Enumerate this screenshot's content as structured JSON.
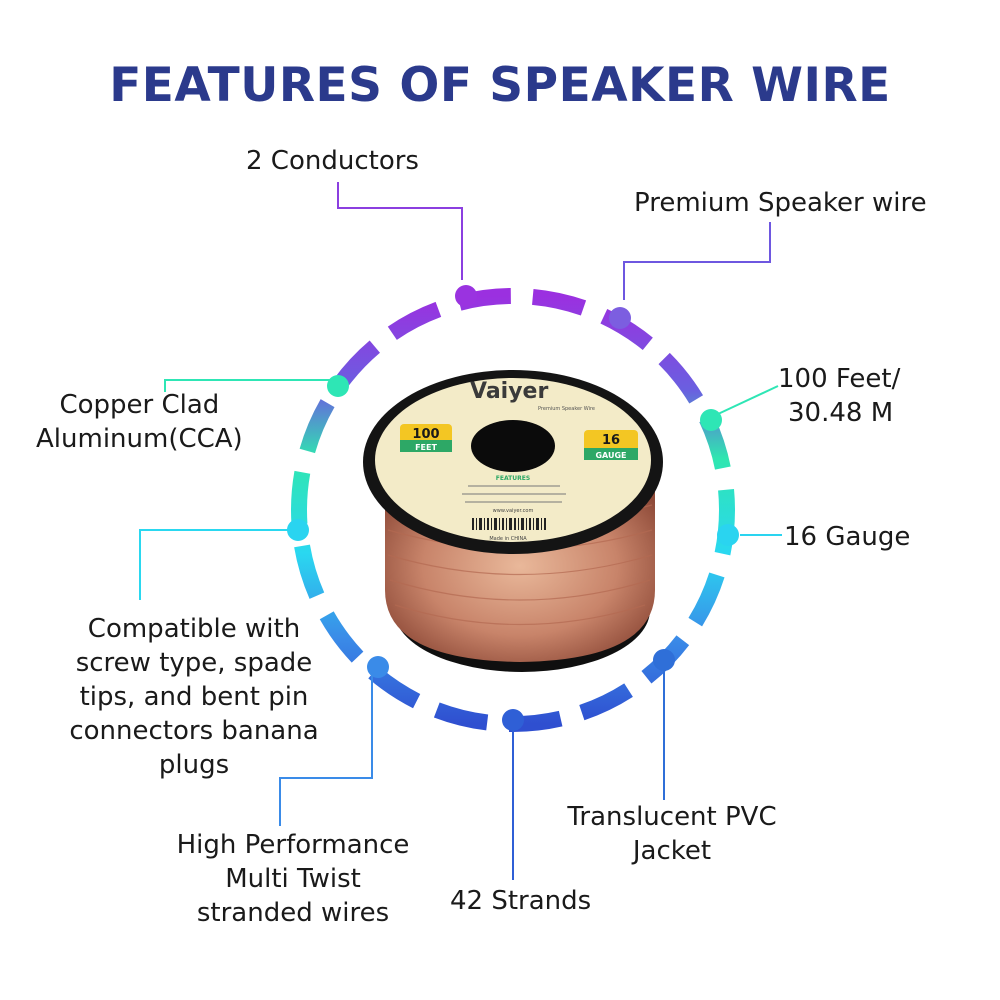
{
  "title": "FEATURES OF SPEAKER WIRE",
  "features": {
    "conductors": "2 Conductors",
    "premium": "Premium Speaker wire",
    "length_line1": "100 Feet/",
    "length_line2": "30.48 M",
    "cca_line1": "Copper Clad",
    "cca_line2": "Aluminum(CCA)",
    "gauge": "16 Gauge",
    "compatible_line1": "Compatible with",
    "compatible_line2": "screw type, spade",
    "compatible_line3": "tips, and bent pin",
    "compatible_line4": "connectors banana",
    "compatible_line5": "plugs",
    "jacket_line1": "Translucent PVC",
    "jacket_line2": "Jacket",
    "strands": "42 Strands",
    "performance_line1": "High Performance",
    "performance_line2": "Multi Twist",
    "performance_line3": "stranded wires"
  },
  "spool": {
    "brand": "Vaiyer",
    "tagline": "Premium Speaker Wire",
    "feet_value": "100",
    "feet_unit": "FEET",
    "gauge_value": "16",
    "gauge_unit": "GAUGE",
    "features_heading": "FEATURES",
    "made_in": "Made in CHINA",
    "website": "www.vaiyer.com"
  },
  "colors": {
    "title": "#2b3a8c",
    "ring_purple": "#8a2be2",
    "ring_teal": "#2ee6b5",
    "ring_cyan": "#2ad4f0",
    "ring_blue": "#2f5fd6",
    "badge_yellow": "#f3c623",
    "badge_green": "#2da866"
  }
}
